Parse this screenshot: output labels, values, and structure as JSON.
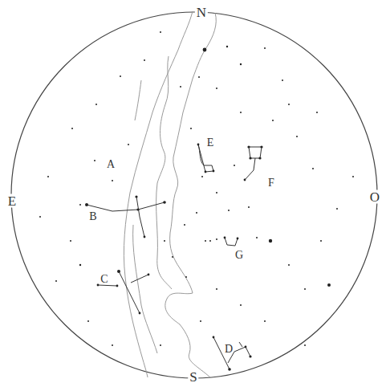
{
  "diagram": {
    "labels": [
      "N",
      "E",
      "A",
      "F",
      "E",
      "O",
      "B",
      "G",
      "C",
      "D",
      "S"
    ]
  }
}
